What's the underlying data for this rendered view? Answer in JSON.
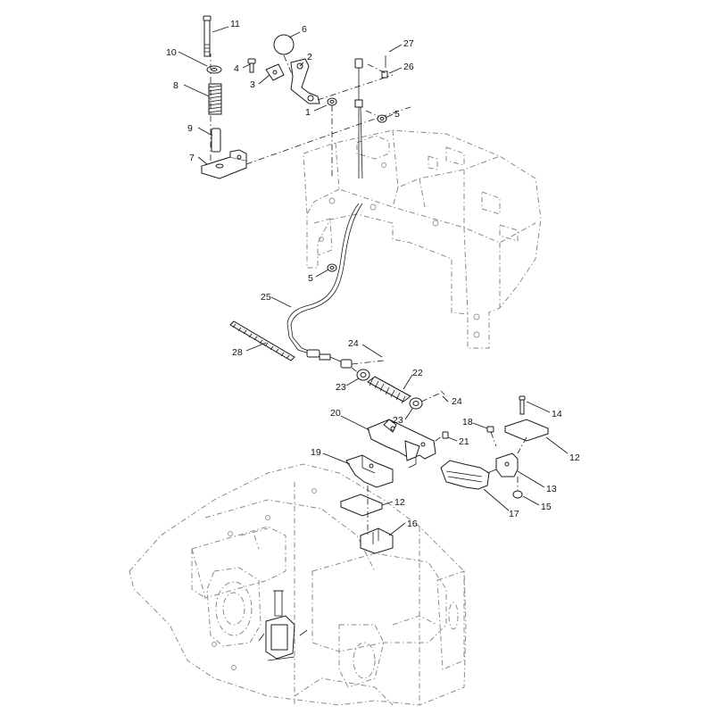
{
  "callouts": [
    {
      "id": "11",
      "text": "11"
    },
    {
      "id": "10",
      "text": "10"
    },
    {
      "id": "8",
      "text": "8"
    },
    {
      "id": "9",
      "text": "9"
    },
    {
      "id": "7",
      "text": "7"
    },
    {
      "id": "6",
      "text": "6"
    },
    {
      "id": "4",
      "text": "4"
    },
    {
      "id": "3",
      "text": "3"
    },
    {
      "id": "2",
      "text": "2"
    },
    {
      "id": "1",
      "text": "1"
    },
    {
      "id": "27",
      "text": "27"
    },
    {
      "id": "26",
      "text": "26"
    },
    {
      "id": "5a",
      "text": "5"
    },
    {
      "id": "5b",
      "text": "5"
    },
    {
      "id": "25",
      "text": "25"
    },
    {
      "id": "28",
      "text": "28"
    },
    {
      "id": "24a",
      "text": "24"
    },
    {
      "id": "23a",
      "text": "23"
    },
    {
      "id": "22",
      "text": "22"
    },
    {
      "id": "24b",
      "text": "24"
    },
    {
      "id": "23b",
      "text": "23"
    },
    {
      "id": "20",
      "text": "20"
    },
    {
      "id": "21",
      "text": "21"
    },
    {
      "id": "18",
      "text": "18"
    },
    {
      "id": "14",
      "text": "14"
    },
    {
      "id": "12a",
      "text": "12"
    },
    {
      "id": "19",
      "text": "19"
    },
    {
      "id": "13",
      "text": "13"
    },
    {
      "id": "15",
      "text": "15"
    },
    {
      "id": "17",
      "text": "17"
    },
    {
      "id": "12b",
      "text": "12"
    },
    {
      "id": "16",
      "text": "16"
    }
  ]
}
